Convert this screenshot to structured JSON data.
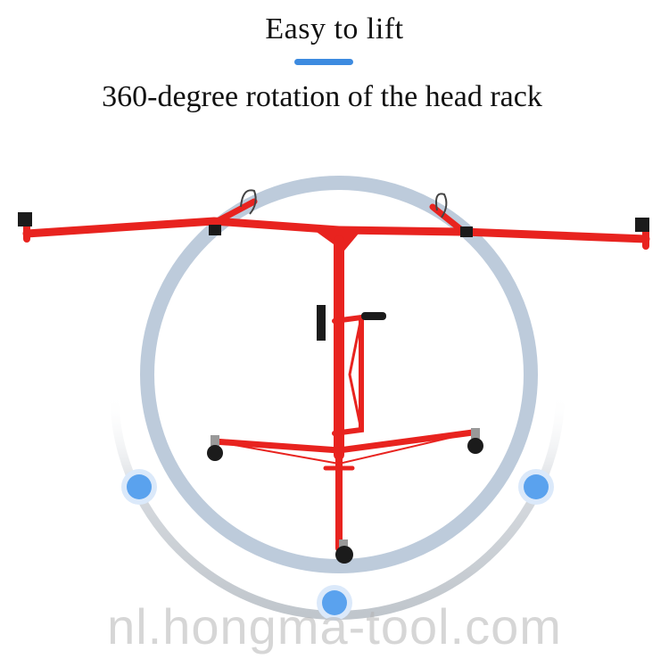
{
  "header": {
    "title": "Easy to lift",
    "subtitle": "360-degree rotation of the head rack"
  },
  "watermark": "nl.hongma-tool.com",
  "colors": {
    "accent": "#3d8be0",
    "frame": "#e8231f",
    "ring": "#b9c9dc",
    "arc": "#c7ccd2",
    "dot": "#5aa2ee"
  },
  "icons": [
    "rotation-ring",
    "drywall-lift",
    "position-dot"
  ]
}
